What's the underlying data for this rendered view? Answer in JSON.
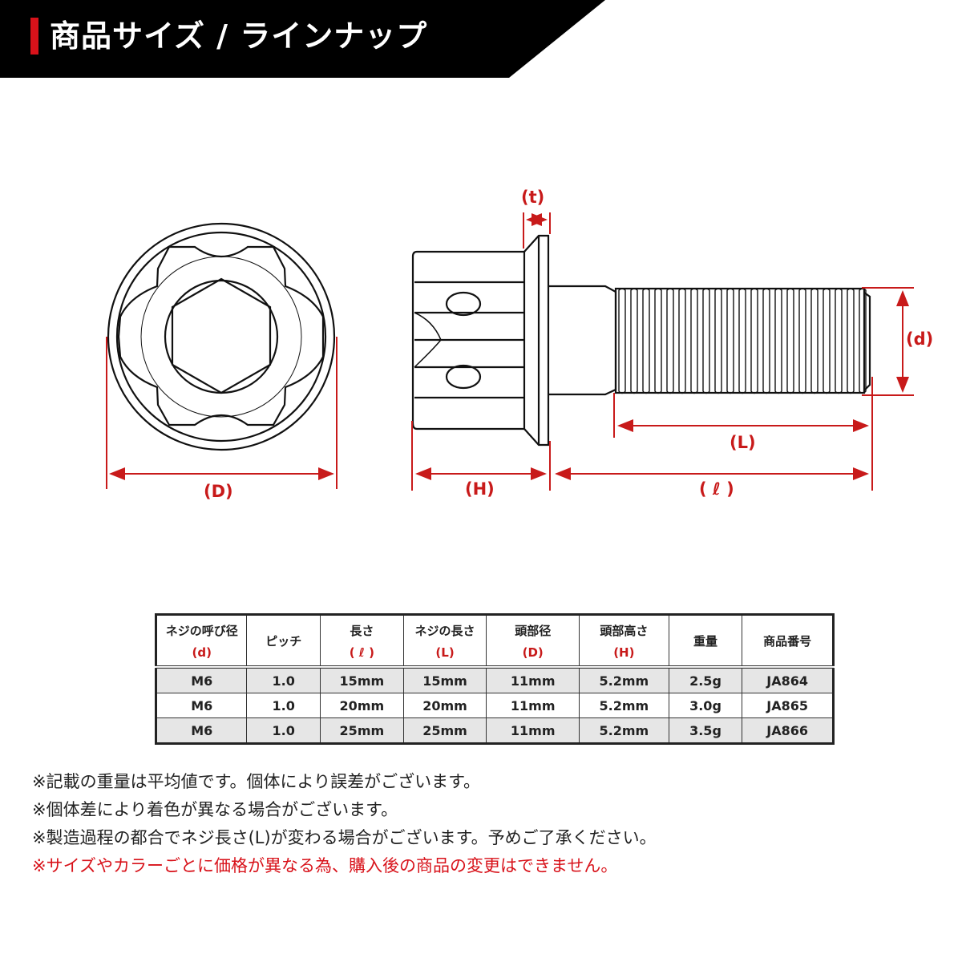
{
  "header": {
    "title": "商品サイズ / ラインナップ",
    "accent_color": "#d8121a",
    "background_color": "#000000"
  },
  "diagram": {
    "front_view": {
      "dimension_labels": {
        "D": "(D)"
      }
    },
    "side_view": {
      "dimension_labels": {
        "t": "(t)",
        "d": "(d)",
        "L": "(L)",
        "H": "(H)",
        "l": "( ℓ )"
      }
    },
    "dimension_color": "#c81a1a"
  },
  "spec_table": {
    "columns": [
      {
        "label": "ネジの呼び径",
        "sub": "(d)"
      },
      {
        "label": "ピッチ",
        "sub": ""
      },
      {
        "label": "長さ",
        "sub": "( ℓ )"
      },
      {
        "label": "ネジの長さ",
        "sub": "(L)"
      },
      {
        "label": "頭部径",
        "sub": "(D)"
      },
      {
        "label": "頭部高さ",
        "sub": "(H)"
      },
      {
        "label": "重量",
        "sub": ""
      },
      {
        "label": "商品番号",
        "sub": ""
      }
    ],
    "rows": [
      [
        "M6",
        "1.0",
        "15mm",
        "15mm",
        "11mm",
        "5.2mm",
        "2.5g",
        "JA864"
      ],
      [
        "M6",
        "1.0",
        "20mm",
        "20mm",
        "11mm",
        "5.2mm",
        "3.0g",
        "JA865"
      ],
      [
        "M6",
        "1.0",
        "25mm",
        "25mm",
        "11mm",
        "5.2mm",
        "3.5g",
        "JA866"
      ]
    ]
  },
  "notes": [
    {
      "text": "※記載の重量は平均値です。個体により誤差がございます。",
      "color": "#222222"
    },
    {
      "text": "※個体差により着色が異なる場合がございます。",
      "color": "#222222"
    },
    {
      "text": "※製造過程の都合でネジ長さ(L)が変わる場合がございます。予めご了承ください。",
      "color": "#222222"
    },
    {
      "text": "※サイズやカラーごとに価格が異なる為、購入後の商品の変更はできません。",
      "color": "#d8121a"
    }
  ]
}
